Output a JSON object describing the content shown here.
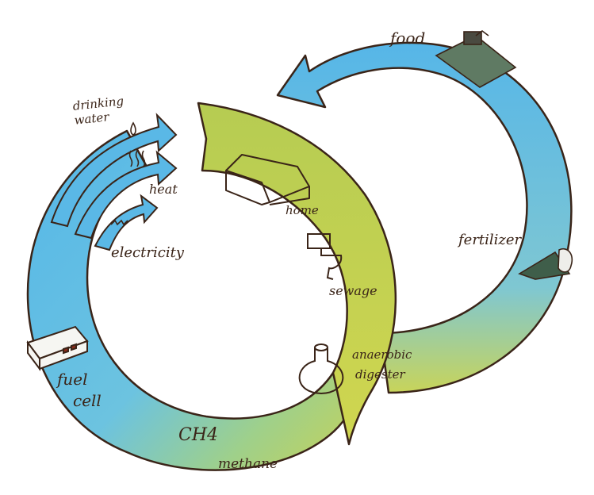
{
  "labels": {
    "food": "food",
    "drinking_water": "drinking water",
    "heat": "heat",
    "electricity": "electricity",
    "home": "home",
    "sewage": "sewage",
    "fertilizer": "fertilizer",
    "anaerobic_digester": "anaerobic digester",
    "fuel_cell": "fuel cell",
    "ch4": "CH4",
    "methane": "methane"
  },
  "colors": {
    "blue_wash": "#5ab8e6",
    "yellow_green_wash": "#c2cf4a",
    "green_wash": "#8cc96e",
    "ink": "#3a2418"
  }
}
